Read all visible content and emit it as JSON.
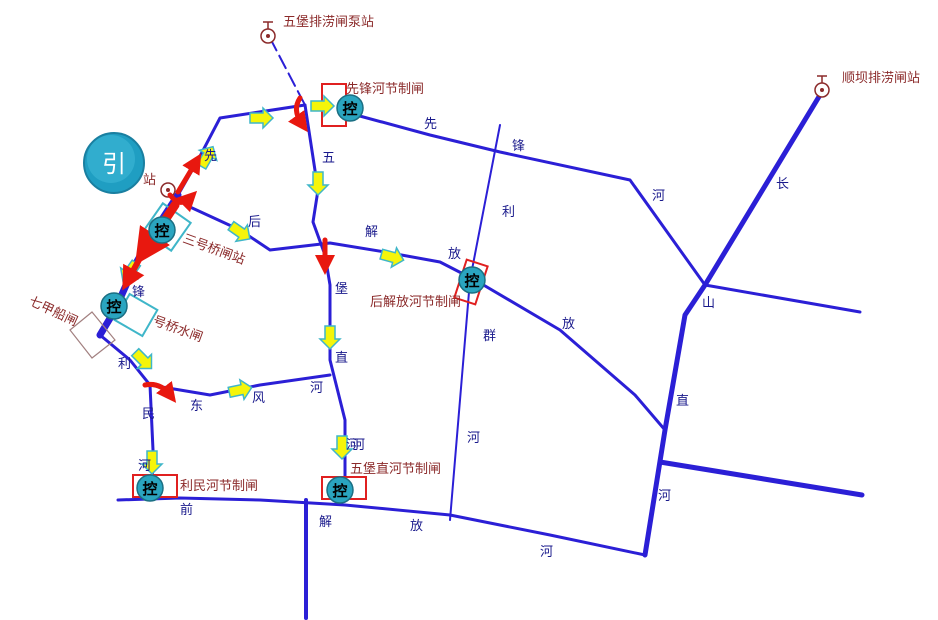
{
  "colors": {
    "river": "#2b1fd6",
    "flow_arrow_fill": "#f5f50a",
    "flow_arrow_edge": "#3fb6c9",
    "reverse_arrow": "#e8180f",
    "control_frame": "#e02020",
    "control_badge": "#2aa5c0",
    "station_text": "#8b2a2a",
    "river_text": "#1a1a8c"
  },
  "icons": {
    "pump_station": "pump-station-icon",
    "control_badge": "control-badge-icon",
    "flow_arrow": "yellow-flow-arrow-icon",
    "reverse_arrow": "red-curved-arrow-icon",
    "guide_button": "guide-circle-icon"
  },
  "guide_button": {
    "label": "引"
  },
  "control_badges": [
    {
      "id": "xianfeng",
      "label": "控"
    },
    {
      "id": "sanhao",
      "label": "控"
    },
    {
      "id": "qijia",
      "label": "控"
    },
    {
      "id": "houjiefang",
      "label": "控"
    },
    {
      "id": "limin",
      "label": "控"
    },
    {
      "id": "wubaozhi",
      "label": "控"
    }
  ],
  "stations": [
    {
      "id": "wubao_pump",
      "name": "五堡排涝闸泵站"
    },
    {
      "id": "xianfeng_gate",
      "name": "先锋河节制闸"
    },
    {
      "id": "shunba",
      "name": "顺坝排涝闸站"
    },
    {
      "id": "sanhao",
      "name": "三号桥闸站"
    },
    {
      "id": "qijia",
      "name": "七甲船闸"
    },
    {
      "id": "erhao",
      "name": "号桥水闸"
    },
    {
      "id": "houjiefang_gate",
      "name": "后解放河节制闸"
    },
    {
      "id": "limin_gate",
      "name": "利民河节制闸"
    },
    {
      "id": "wubaozhi_gate",
      "name": "五堡直河节制闸"
    },
    {
      "id": "partial_zhan",
      "name": "站"
    }
  ],
  "river_chars": {
    "xianfeng": [
      "先",
      "锋",
      "河"
    ],
    "changshan": [
      "长",
      "山"
    ],
    "zhihe": [
      "直",
      "河"
    ],
    "wubao": [
      "五",
      "堡",
      "直",
      "河"
    ],
    "houjiefang": [
      "后",
      "解",
      "放"
    ],
    "liqun": [
      "利",
      "群",
      "河"
    ],
    "limin": [
      "利",
      "民",
      "河"
    ],
    "dongfeng": [
      "东",
      "风",
      "河"
    ],
    "qianjiefang": [
      "前",
      "解",
      "放",
      "河"
    ],
    "westbranch": [
      "先",
      "锋"
    ],
    "ne_he": [
      "河"
    ]
  }
}
